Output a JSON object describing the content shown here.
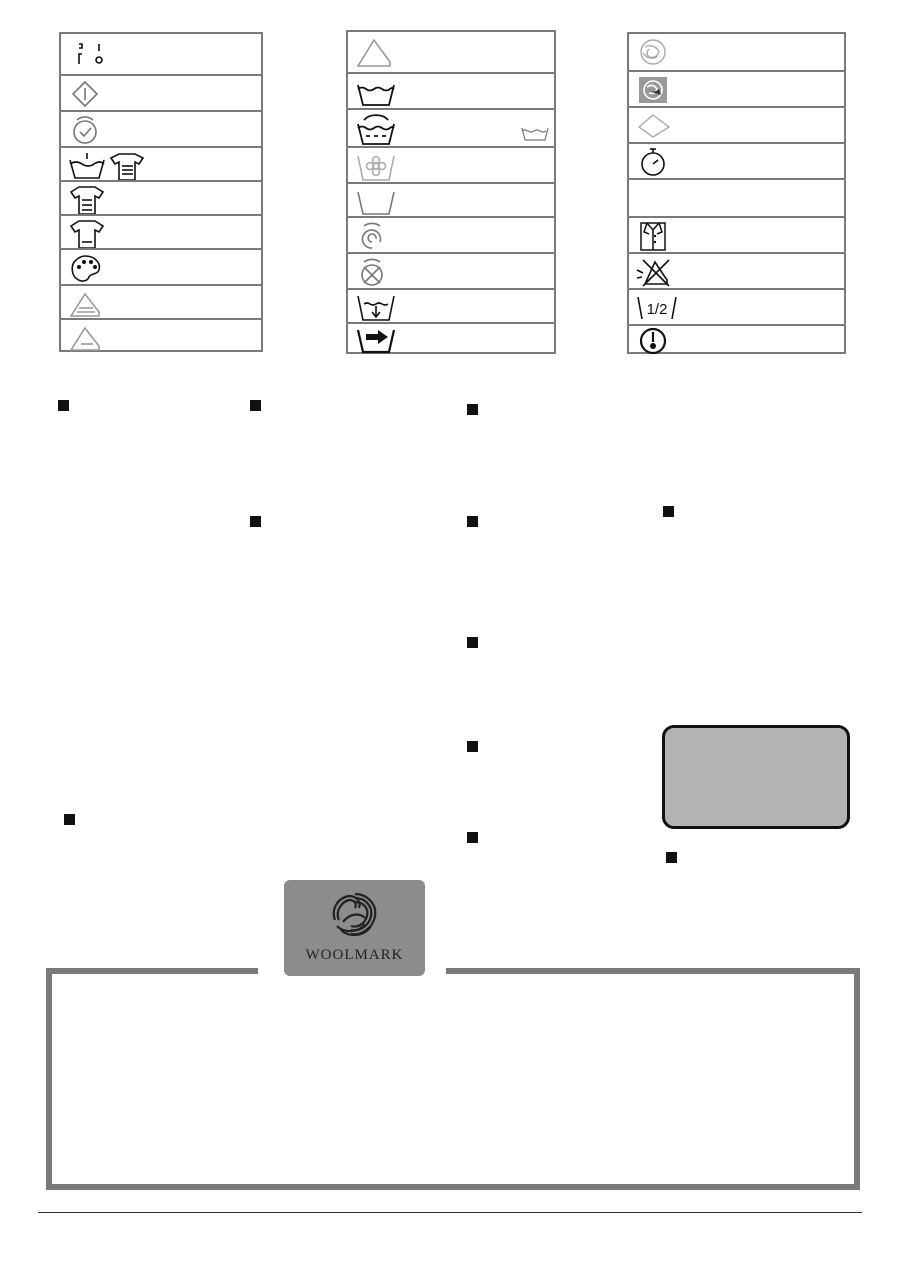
{
  "panel_left": {
    "rows": [
      {
        "icon": "on-off-switch-icon"
      },
      {
        "icon": "start-pause-diamond-icon"
      },
      {
        "icon": "delay-timer-icon"
      },
      {
        "icon": "wash-tub-with-shirt-icon"
      },
      {
        "icon": "shirt-lines-icon"
      },
      {
        "icon": "shirt-icon"
      },
      {
        "icon": "palette-icon"
      },
      {
        "icon": "iron-lines-icon"
      },
      {
        "icon": "iron-line-icon"
      }
    ]
  },
  "panel_middle": {
    "rows": [
      {
        "icon": "iron-icon"
      },
      {
        "icon": "wash-tub-icon"
      },
      {
        "icon": "prewash-tub-icon"
      },
      {
        "icon": "flower-tub-icon"
      },
      {
        "icon": "empty-tub-icon"
      },
      {
        "icon": "spin-icon"
      },
      {
        "icon": "no-spin-icon"
      },
      {
        "icon": "drain-icon"
      },
      {
        "icon": "rinse-arrow-icon"
      }
    ]
  },
  "panel_right": {
    "rows": [
      {
        "icon": "wool-ball-icon"
      },
      {
        "icon": "woolmark-icon"
      },
      {
        "icon": "iron-plate-icon"
      },
      {
        "icon": "timer-icon"
      },
      {
        "icon": "blank"
      },
      {
        "icon": "folded-shirt-icon"
      },
      {
        "icon": "no-iron-crossed-icon"
      },
      {
        "icon": "half-load-icon"
      },
      {
        "icon": "temperature-icon"
      }
    ],
    "half_load_label": "1/2"
  },
  "woolmark": {
    "brand": "WOOLMARK"
  }
}
